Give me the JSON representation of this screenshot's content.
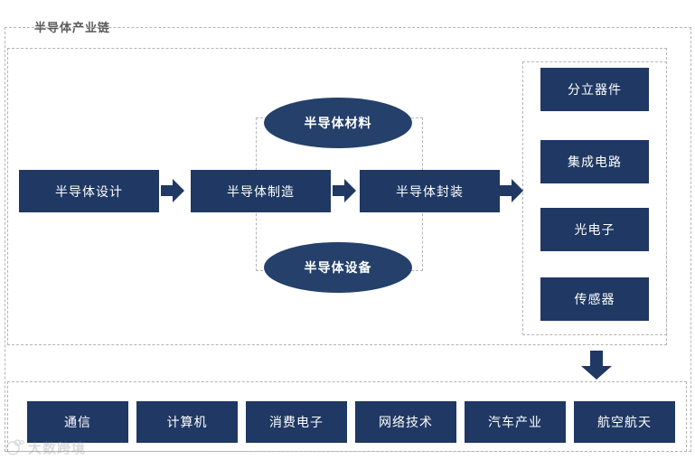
{
  "diagram": {
    "title": "半导体产业链",
    "accent_color": "#1f3864",
    "ellipse_color": "#24406b",
    "dashed_border_color": "#b4b4b4",
    "flow": {
      "steps": [
        {
          "label": "半导体设计"
        },
        {
          "label": "半导体制造"
        },
        {
          "label": "半导体封装"
        }
      ],
      "support": [
        {
          "label": "半导体材料"
        },
        {
          "label": "半导体设备"
        }
      ]
    },
    "products": {
      "items": [
        {
          "label": "分立器件"
        },
        {
          "label": "集成电路"
        },
        {
          "label": "光电子"
        },
        {
          "label": "传感器"
        }
      ]
    },
    "applications": {
      "items": [
        {
          "label": "通信"
        },
        {
          "label": "计算机"
        },
        {
          "label": "消费电子"
        },
        {
          "label": "网络技术"
        },
        {
          "label": "汽车产业"
        },
        {
          "label": "航空航天"
        }
      ]
    },
    "icons": {
      "arrow_right": "arrow-right-icon",
      "arrow_down": "arrow-down-icon"
    }
  },
  "watermark": {
    "text": "大数跨境",
    "logo": "circular-logo-icon"
  }
}
